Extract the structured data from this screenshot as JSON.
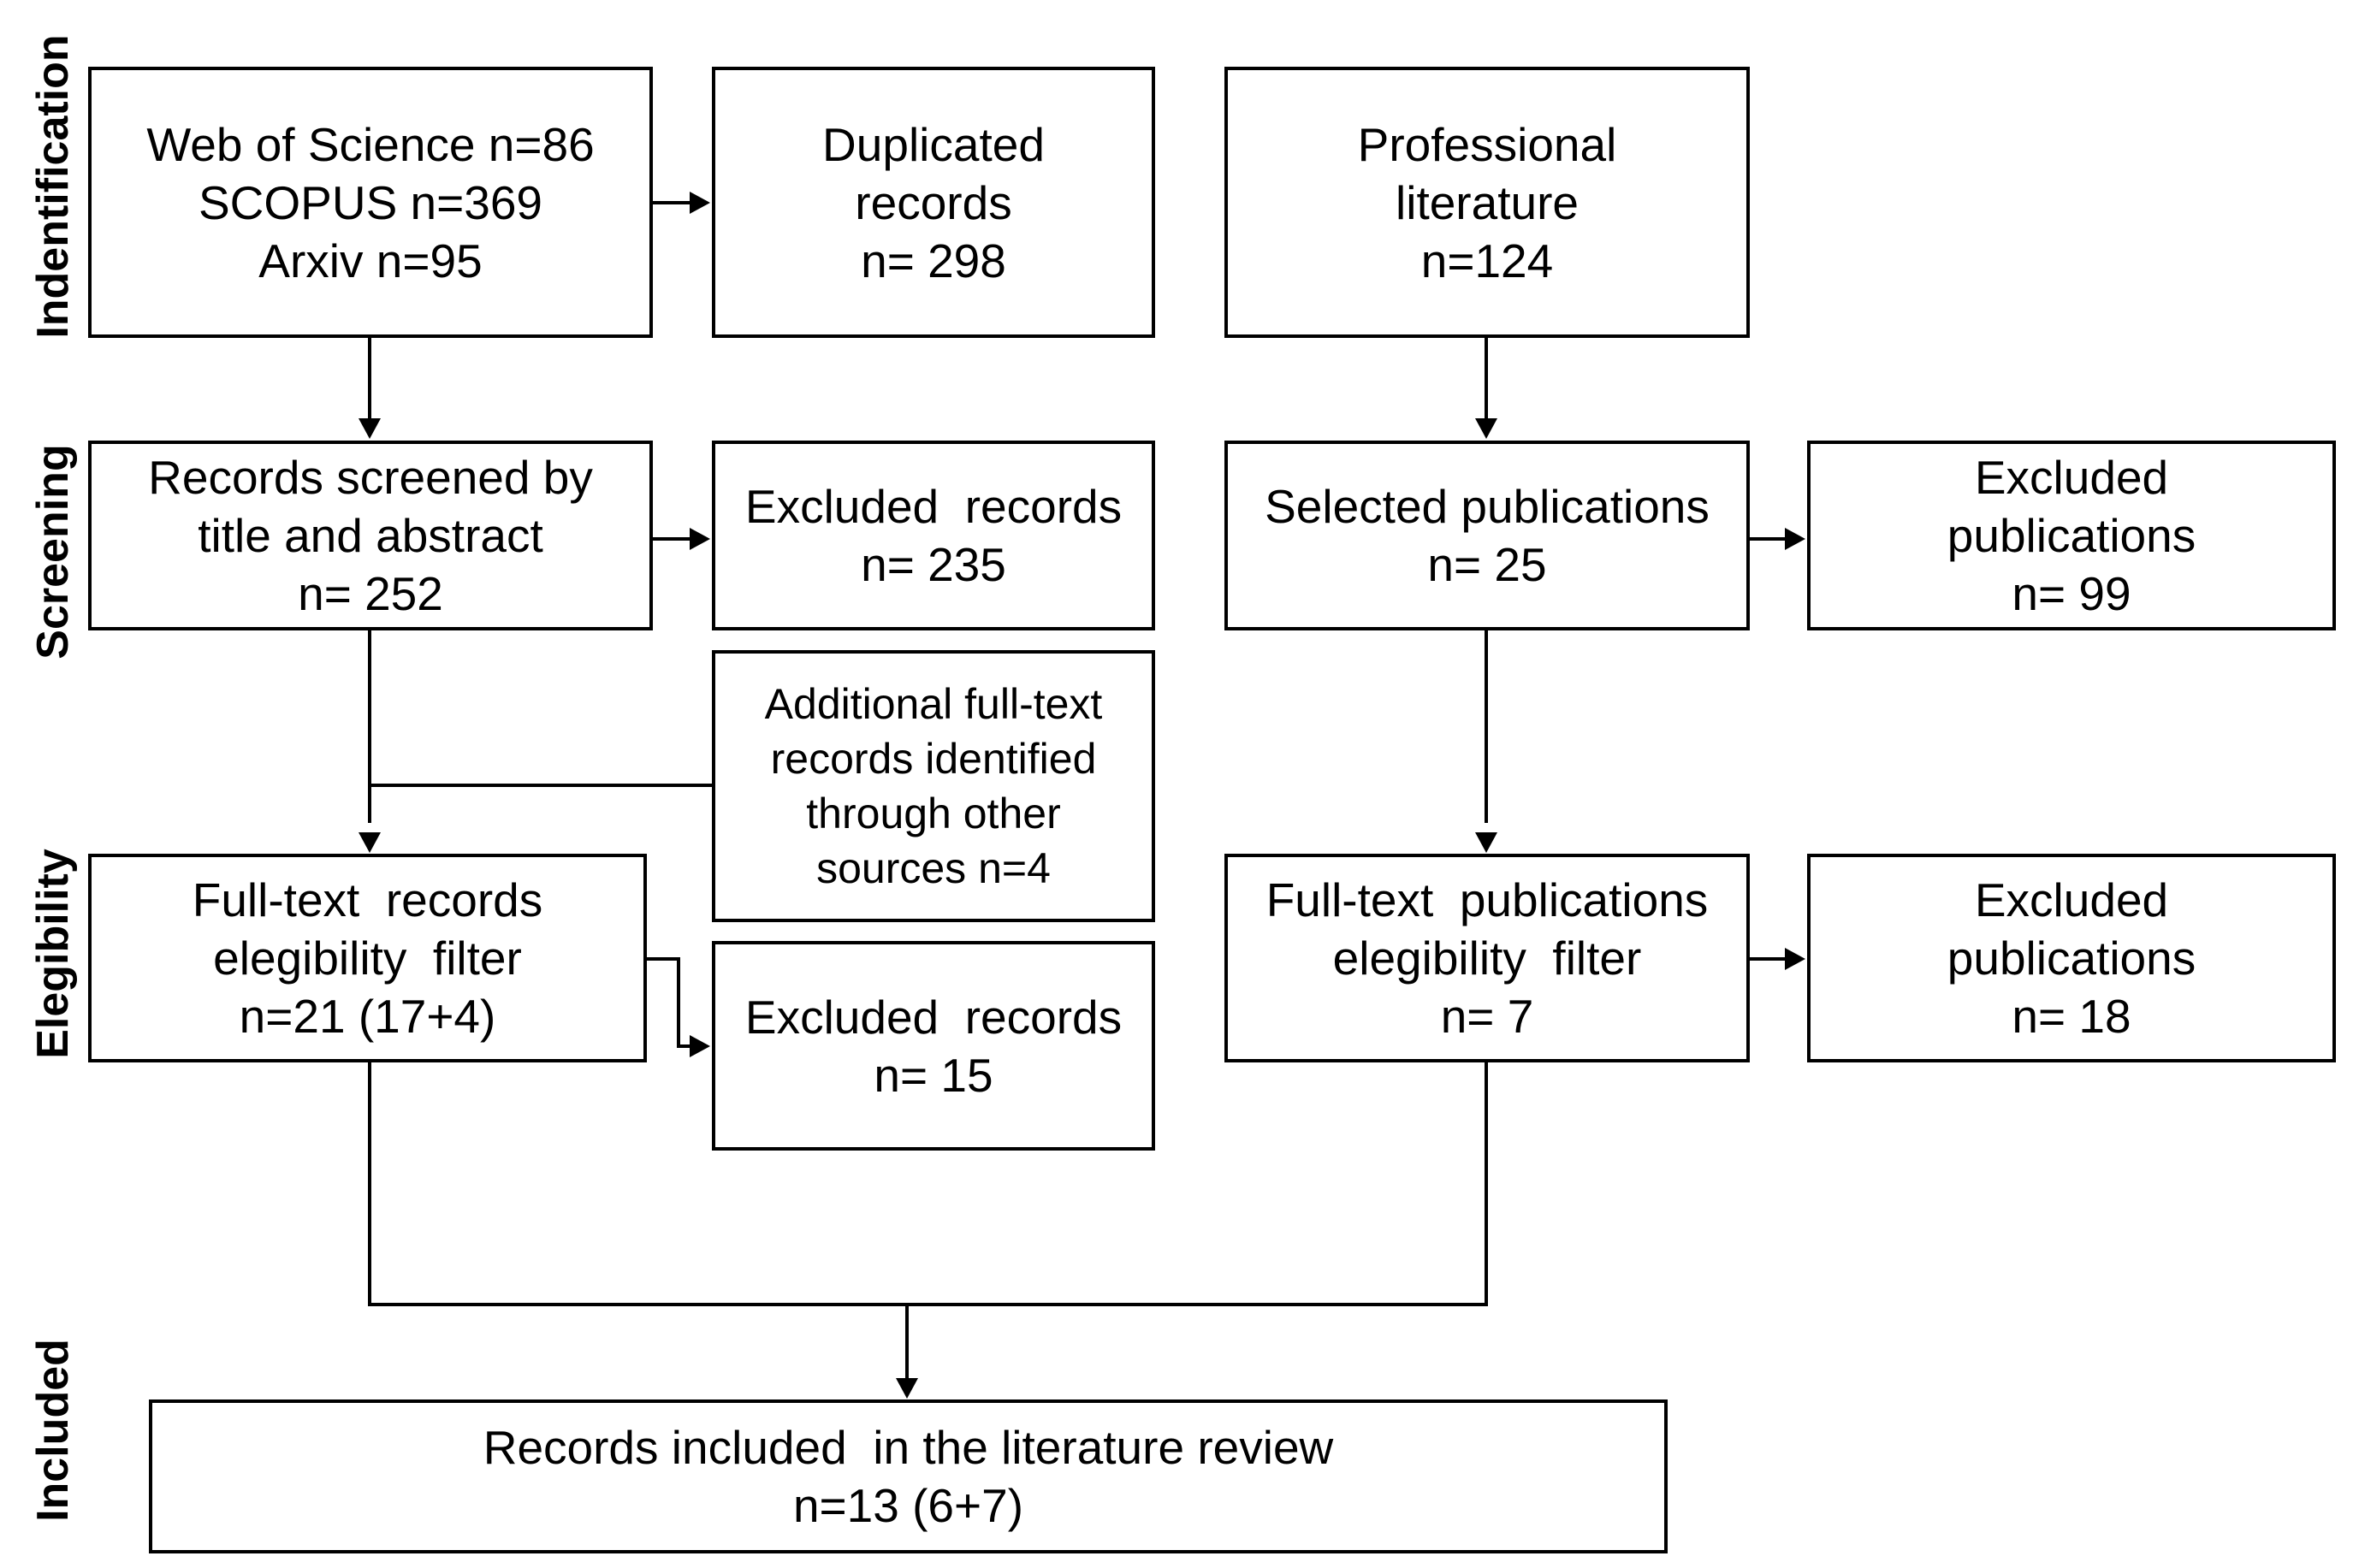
{
  "stages": {
    "identification": "Indentification",
    "screening": "Screening",
    "elegibility": "Elegibility",
    "included": "Included"
  },
  "boxes": {
    "sources": [
      "Web of Science n=86",
      "SCOPUS n=369",
      "Arxiv n=95"
    ],
    "duplicated": [
      "Duplicated",
      "records",
      "n= 298"
    ],
    "professional": [
      "Professional",
      "literature",
      "n=124"
    ],
    "screened": [
      "Records screened by",
      "title and abstract",
      "n= 252"
    ],
    "excluded_records_1": [
      "Excluded  records",
      "n= 235"
    ],
    "selected_publications": [
      "Selected publications",
      "n= 25"
    ],
    "excluded_publications_1": [
      "Excluded",
      "publications",
      "n= 99"
    ],
    "additional": [
      "Additional full-text",
      "records identified",
      "through other",
      "sources n=4"
    ],
    "fulltext_records": [
      "Full-text  records",
      "elegibility  filter",
      "n=21 (17+4)"
    ],
    "excluded_records_2": [
      "Excluded  records",
      "n= 15"
    ],
    "fulltext_publications": [
      "Full-text  publications",
      "elegibility  filter",
      "n= 7"
    ],
    "excluded_publications_2": [
      "Excluded",
      "publications",
      "n= 18"
    ],
    "included_review": [
      "Records included  in the literature review",
      "n=13 (6+7)"
    ]
  }
}
